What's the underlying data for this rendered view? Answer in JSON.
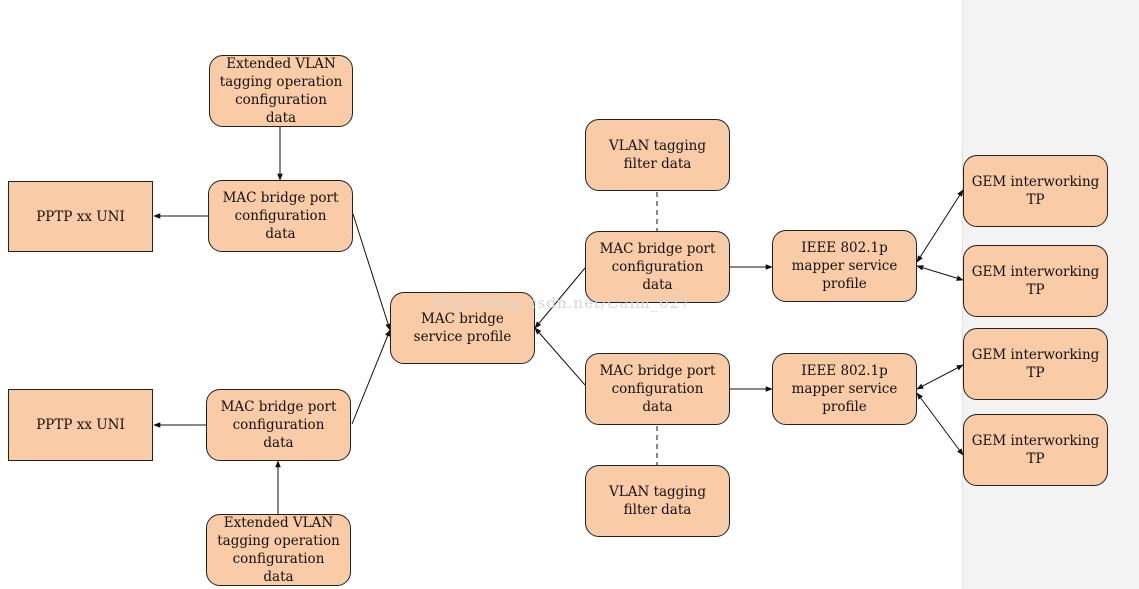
{
  "nodes": {
    "ext_vlan_top": "Extended VLAN\ntagging operation\nconfiguration\ndata",
    "mac_port_left_top": "MAC bridge port\nconfiguration\ndata",
    "pptp_top": "PPTP xx UNI",
    "mac_service_profile": "MAC bridge\nservice profile",
    "pptp_bottom": "PPTP xx UNI",
    "mac_port_left_bottom": "MAC bridge port\nconfiguration\ndata",
    "ext_vlan_bottom": "Extended VLAN\ntagging operation\nconfiguration\ndata",
    "vlan_filter_top": "VLAN tagging\nfilter data",
    "mac_port_right_top": "MAC bridge port\nconfiguration\ndata",
    "mac_port_right_bottom": "MAC bridge port\nconfiguration\ndata",
    "vlan_filter_bottom": "VLAN tagging\nfilter data",
    "mapper_top": "IEEE 802.1p\nmapper service\nprofile",
    "mapper_bottom": "IEEE 802.1p\nmapper service\nprofile",
    "gem_1": "GEM interworking\nTP",
    "gem_2": "GEM interworking\nTP",
    "gem_3": "GEM interworking\nTP",
    "gem_4": "GEM interworking\nTP"
  },
  "watermark": "http://blog.csdn.net/Caim_027",
  "colors": {
    "node_fill": "#f9cba6",
    "stroke": "#222222",
    "panel": "#f3f3f3"
  }
}
